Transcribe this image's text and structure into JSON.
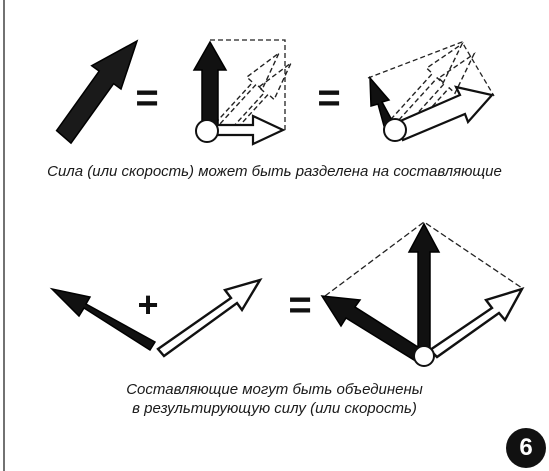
{
  "captions": {
    "split": "Сила (или скорость) может быть разделена на составляющие",
    "combine_line1": "Составляющие могут быть объединены",
    "combine_line2": "в результирующую силу (или скорость)"
  },
  "symbols": {
    "equals": "=",
    "plus": "+"
  },
  "page_number": "6",
  "colors": {
    "ink": "#111111",
    "paper": "#ffffff"
  }
}
